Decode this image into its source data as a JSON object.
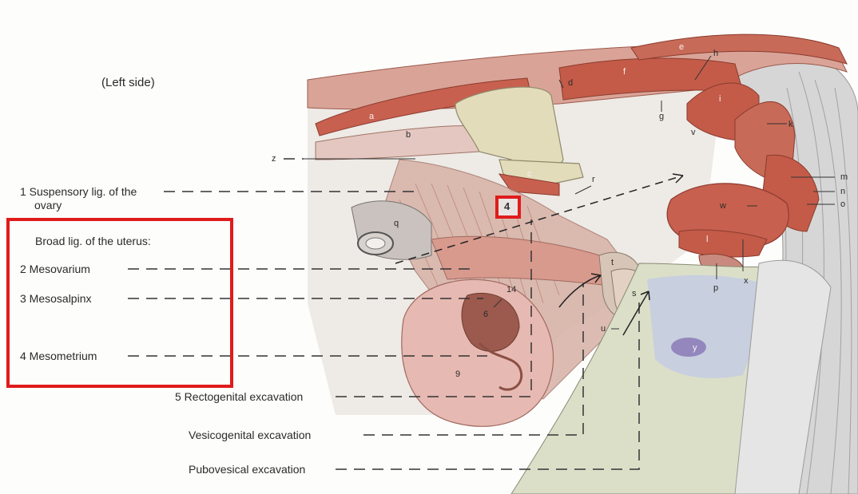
{
  "view_label": "(Left side)",
  "left_labels": {
    "suspensory_1": "1 Suspensory lig. of the",
    "suspensory_2": "ovary",
    "broad_lig": "Broad lig. of the uterus:",
    "mesovarium": "2 Mesovarium",
    "mesosalpinx": "3 Mesosalpinx",
    "mesometrium": "4 Mesometrium"
  },
  "bottom_labels": {
    "rectogenital": "5 Rectogenital excavation",
    "vesicogenital": "Vesicogenital excavation",
    "pubovesical": "Pubovesical excavation"
  },
  "highlight_number": "4",
  "structure_letters": {
    "a": "a",
    "b": "b",
    "c": "c",
    "d": "d",
    "e": "e",
    "f": "f",
    "g": "g",
    "h": "h",
    "i": "i",
    "k": "k",
    "l": "l",
    "m": "m",
    "n": "n",
    "o": "o",
    "p": "p",
    "q": "q",
    "r": "r",
    "s": "s",
    "t": "t",
    "u": "u",
    "v": "v",
    "w": "w",
    "x": "x",
    "y": "y",
    "z": "z",
    "six": "6",
    "nine": "9",
    "fourteen": "14"
  },
  "colors": {
    "highlight": "#e01b1b",
    "muscle": "#c8604f",
    "bone": "#e2dcbb",
    "uterus": "#d9a39a",
    "bladder": "#bfc8d9",
    "tail_hair": "#c8c8c8"
  }
}
